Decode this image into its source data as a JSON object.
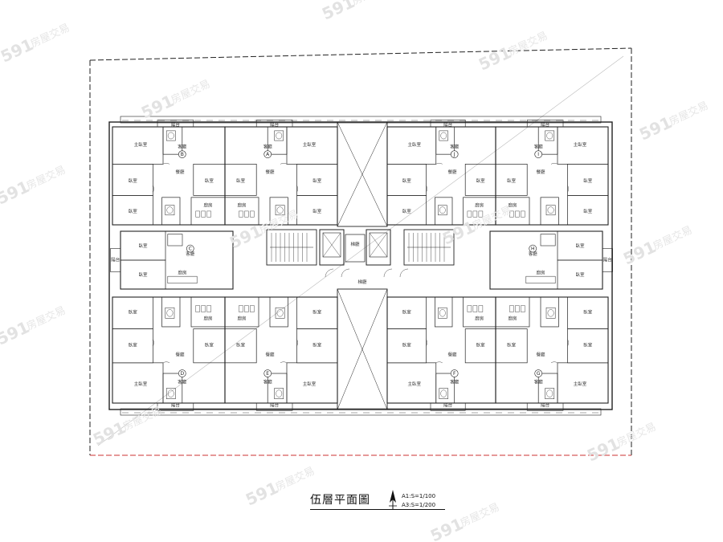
{
  "drawing": {
    "title": "伍層平面圖",
    "scales": [
      "A1:S=1/100",
      "A3:S=1/200"
    ]
  },
  "watermark": {
    "number": "591",
    "text": "房屋交易"
  },
  "units": [
    "A",
    "B",
    "C",
    "D",
    "E",
    "F",
    "G",
    "H",
    "I",
    "J"
  ],
  "rooms": {
    "master_bedroom": "主臥室",
    "bedroom": "臥室",
    "living": "客廳",
    "dining": "餐廳",
    "kitchen": "廚房",
    "balcony": "陽台",
    "stair": "梯廳",
    "corridor": "梯廳"
  },
  "colors": {
    "line": "#222222",
    "property_line": "#cc3333",
    "watermark": "#e2e2e2"
  }
}
